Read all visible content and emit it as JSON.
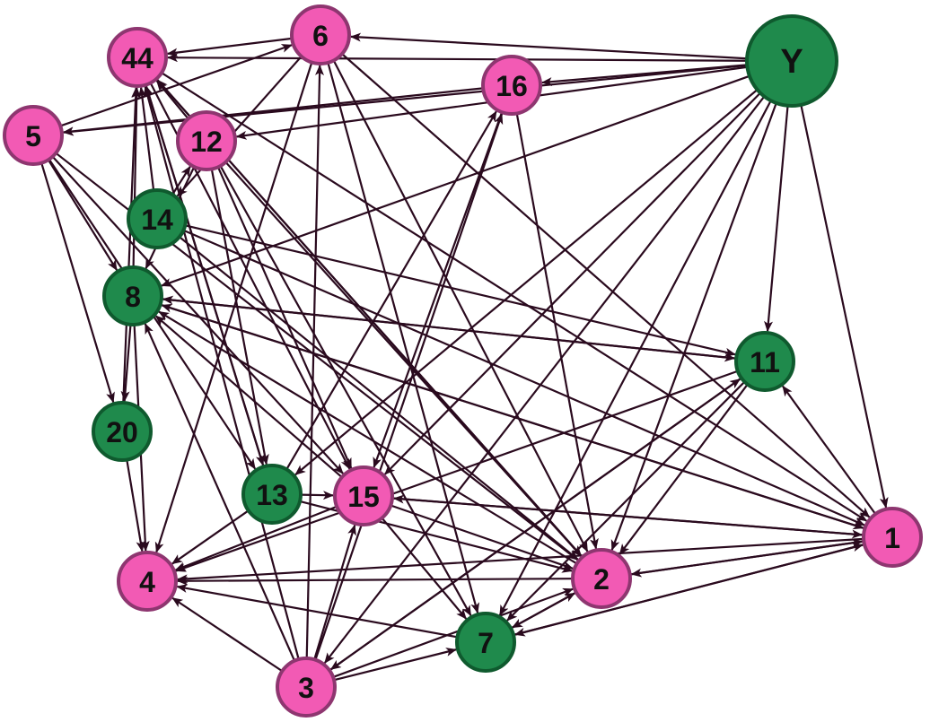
{
  "colors": {
    "pink_fill": "#f25ab4",
    "pink_stroke": "#8e3670",
    "green_fill": "#1f8a4c",
    "green_stroke": "#0f5a2e",
    "edge": "#2a0a1e"
  },
  "nodes": [
    {
      "id": "Y",
      "label": "Y",
      "color": "green"
    },
    {
      "id": "6",
      "label": "6",
      "color": "pink"
    },
    {
      "id": "44",
      "label": "44",
      "color": "pink"
    },
    {
      "id": "16",
      "label": "16",
      "color": "pink"
    },
    {
      "id": "5",
      "label": "5",
      "color": "pink"
    },
    {
      "id": "12",
      "label": "12",
      "color": "pink"
    },
    {
      "id": "14",
      "label": "14",
      "color": "green"
    },
    {
      "id": "8",
      "label": "8",
      "color": "green"
    },
    {
      "id": "11",
      "label": "11",
      "color": "green"
    },
    {
      "id": "20",
      "label": "20",
      "color": "green"
    },
    {
      "id": "13",
      "label": "13",
      "color": "green"
    },
    {
      "id": "15",
      "label": "15",
      "color": "pink"
    },
    {
      "id": "1",
      "label": "1",
      "color": "pink"
    },
    {
      "id": "2",
      "label": "2",
      "color": "pink"
    },
    {
      "id": "4",
      "label": "4",
      "color": "pink"
    },
    {
      "id": "7",
      "label": "7",
      "color": "green"
    },
    {
      "id": "3",
      "label": "3",
      "color": "pink"
    }
  ],
  "edges": [
    [
      "Y",
      "6"
    ],
    [
      "Y",
      "44"
    ],
    [
      "Y",
      "16"
    ],
    [
      "Y",
      "5"
    ],
    [
      "Y",
      "12"
    ],
    [
      "Y",
      "8"
    ],
    [
      "Y",
      "11"
    ],
    [
      "Y",
      "1"
    ],
    [
      "Y",
      "13"
    ],
    [
      "Y",
      "15"
    ],
    [
      "Y",
      "2"
    ],
    [
      "Y",
      "7"
    ],
    [
      "Y",
      "3"
    ],
    [
      "6",
      "44"
    ],
    [
      "6",
      "2"
    ],
    [
      "6",
      "7"
    ],
    [
      "6",
      "1"
    ],
    [
      "6",
      "4"
    ],
    [
      "6",
      "14"
    ],
    [
      "5",
      "6"
    ],
    [
      "5",
      "8"
    ],
    [
      "5",
      "20"
    ],
    [
      "5",
      "13"
    ],
    [
      "5",
      "15"
    ],
    [
      "5",
      "2"
    ],
    [
      "16",
      "5"
    ],
    [
      "16",
      "2"
    ],
    [
      "16",
      "15"
    ],
    [
      "44",
      "13"
    ],
    [
      "44",
      "15"
    ],
    [
      "44",
      "2"
    ],
    [
      "44",
      "1"
    ],
    [
      "12",
      "44"
    ],
    [
      "12",
      "8"
    ],
    [
      "12",
      "13"
    ],
    [
      "12",
      "15"
    ],
    [
      "12",
      "2"
    ],
    [
      "12",
      "7"
    ],
    [
      "14",
      "44"
    ],
    [
      "14",
      "11"
    ],
    [
      "14",
      "2"
    ],
    [
      "14",
      "1"
    ],
    [
      "14",
      "12"
    ],
    [
      "8",
      "44"
    ],
    [
      "8",
      "20"
    ],
    [
      "8",
      "4"
    ],
    [
      "8",
      "11"
    ],
    [
      "8",
      "1"
    ],
    [
      "20",
      "4"
    ],
    [
      "20",
      "44"
    ],
    [
      "11",
      "8"
    ],
    [
      "11",
      "4"
    ],
    [
      "11",
      "2"
    ],
    [
      "11",
      "7"
    ],
    [
      "11",
      "3"
    ],
    [
      "1",
      "11"
    ],
    [
      "1",
      "8"
    ],
    [
      "1",
      "15"
    ],
    [
      "1",
      "4"
    ],
    [
      "1",
      "2"
    ],
    [
      "1",
      "7"
    ],
    [
      "13",
      "44"
    ],
    [
      "13",
      "4"
    ],
    [
      "13",
      "15"
    ],
    [
      "13",
      "16"
    ],
    [
      "13",
      "2"
    ],
    [
      "15",
      "7"
    ],
    [
      "15",
      "4"
    ],
    [
      "15",
      "8"
    ],
    [
      "15",
      "1"
    ],
    [
      "15",
      "2"
    ],
    [
      "2",
      "4"
    ],
    [
      "2",
      "7"
    ],
    [
      "2",
      "1"
    ],
    [
      "2",
      "8"
    ],
    [
      "2",
      "44"
    ],
    [
      "7",
      "4"
    ],
    [
      "7",
      "2"
    ],
    [
      "7",
      "1"
    ],
    [
      "3",
      "4"
    ],
    [
      "3",
      "6"
    ],
    [
      "3",
      "8"
    ],
    [
      "3",
      "15"
    ],
    [
      "3",
      "16"
    ],
    [
      "3",
      "7"
    ],
    [
      "3",
      "2"
    ],
    [
      "3",
      "11"
    ],
    [
      "3",
      "44"
    ]
  ]
}
